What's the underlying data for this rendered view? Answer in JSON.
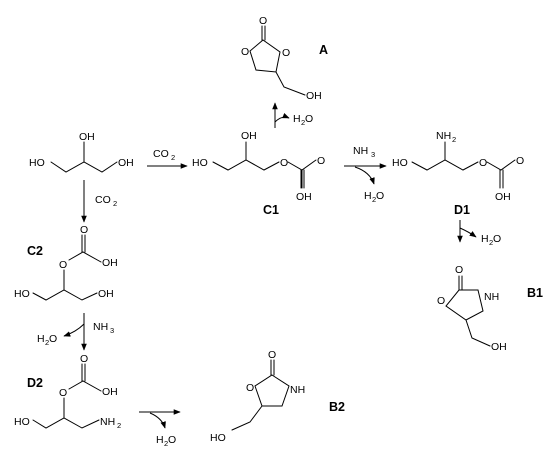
{
  "labels": {
    "A": "A",
    "C1": "C1",
    "C2": "C2",
    "D1": "D1",
    "D2": "D2",
    "B1": "B1",
    "B2": "B2"
  },
  "groups": {
    "HO": "HO",
    "OH": "OH",
    "OHbare": "OH",
    "O": "O",
    "NH": "NH",
    "NH2": "NH",
    "NH2_sub": "2",
    "NH2_b": "NH",
    "NH2_b_sub": "2"
  },
  "reagents": {
    "co2_c1": "CO",
    "co2_c1_sub": "2",
    "co2_c2": "CO",
    "co2_c2_sub": "2",
    "nh3_d1": "NH",
    "nh3_d1_sub": "3",
    "nh3_d2": "NH",
    "nh3_d2_sub": "3",
    "h2o": "H",
    "h2o_sub": "2",
    "h2o_tail": "O"
  },
  "colors": {
    "ink": "#000000",
    "background": "#ffffff"
  }
}
